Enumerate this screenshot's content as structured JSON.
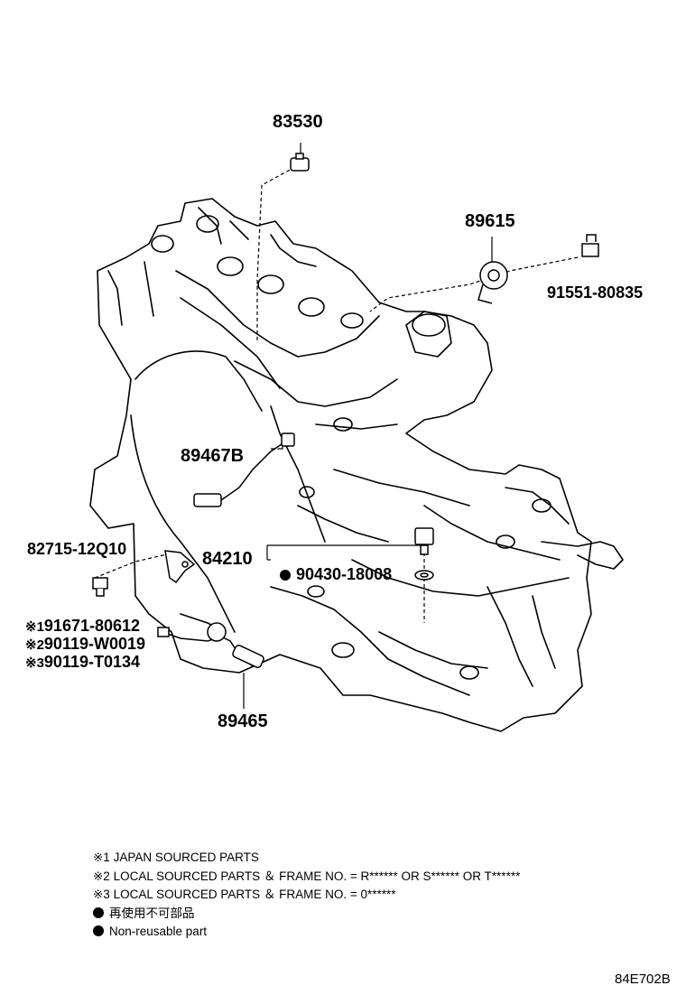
{
  "part_numbers": {
    "p83530": "83530",
    "p89615": "89615",
    "p91551": "91551-80835",
    "p89467b": "89467B",
    "p82715": "82715-12Q10",
    "p84210": "84210",
    "p90430": "90430-18008",
    "p91671": "91671-80612",
    "p90119w": "90119-W0019",
    "p90119t": "90119-T0134",
    "p89465": "89465"
  },
  "marks": {
    "m1": "※1",
    "m2": "※2",
    "m3": "※3"
  },
  "notes": {
    "n1": "※1 JAPAN SOURCED PARTS",
    "n2": "※2 LOCAL SOURCED PARTS ＆ FRAME NO. = R****** OR S****** OR T******",
    "n3": "※3 LOCAL SOURCED PARTS ＆ FRAME NO. = 0******",
    "nr_jp": "再使用不可部品",
    "nr_en": "Non-reusable part"
  },
  "reference_code": "84E702B"
}
